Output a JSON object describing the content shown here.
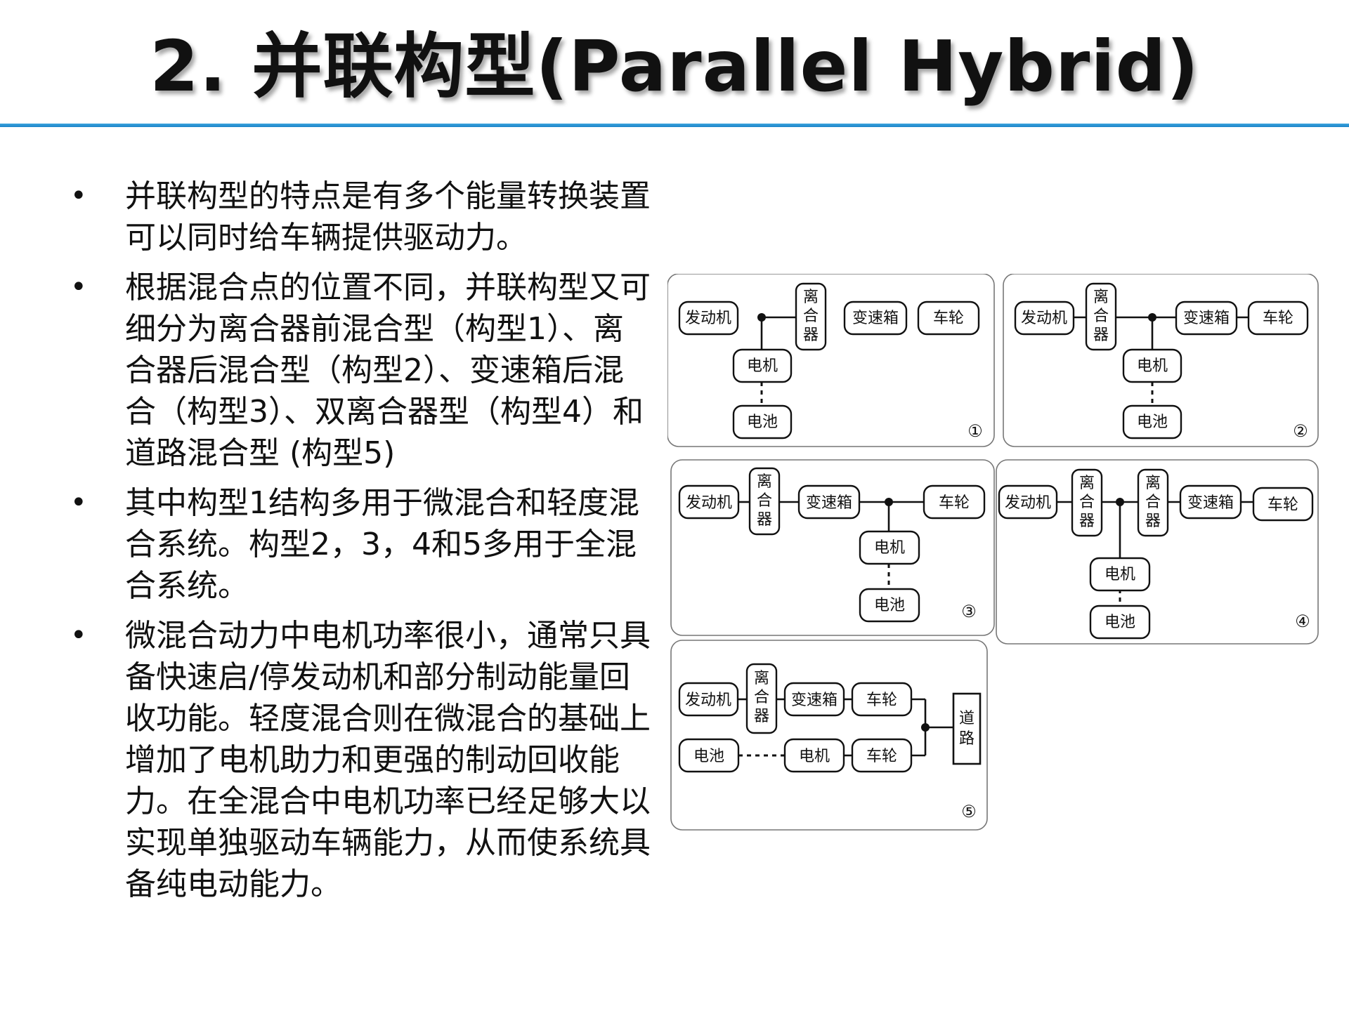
{
  "slide": {
    "title": "2. 并联构型(Parallel Hybrid)"
  },
  "bullets": [
    "并联构型的特点是有多个能量转换装置可以同时给车辆提供驱动力。",
    "根据混合点的位置不同，并联构型又可细分为离合器前混合型（构型1）、离合器后混合型（构型2）、变速箱后混合（构型3）、双离合器型（构型4）和道路混合型 (构型5)",
    "其中构型1结构多用于微混合和轻度混合系统。构型2，3，4和5多用于全混合系统。",
    "微混合动力中电机功率很小，通常只具备快速启/停发动机和部分制动能量回收功能。轻度混合则在微混合的基础上增加了电机助力和更强的制动回收能力。在全混合中电机功率已经足够大以实现单独驱动车辆能力，从而使系统具备纯电动能力。"
  ],
  "labels": {
    "engine": "发动机",
    "clutch": [
      "离",
      "合",
      "器"
    ],
    "gearbox": "变速箱",
    "wheel": "车轮",
    "motor": "电机",
    "battery": "电池",
    "road": [
      "道",
      "路"
    ]
  },
  "configs": [
    {
      "number": "①"
    },
    {
      "number": "②"
    },
    {
      "number": "③"
    },
    {
      "number": "④"
    },
    {
      "number": "⑤"
    }
  ]
}
